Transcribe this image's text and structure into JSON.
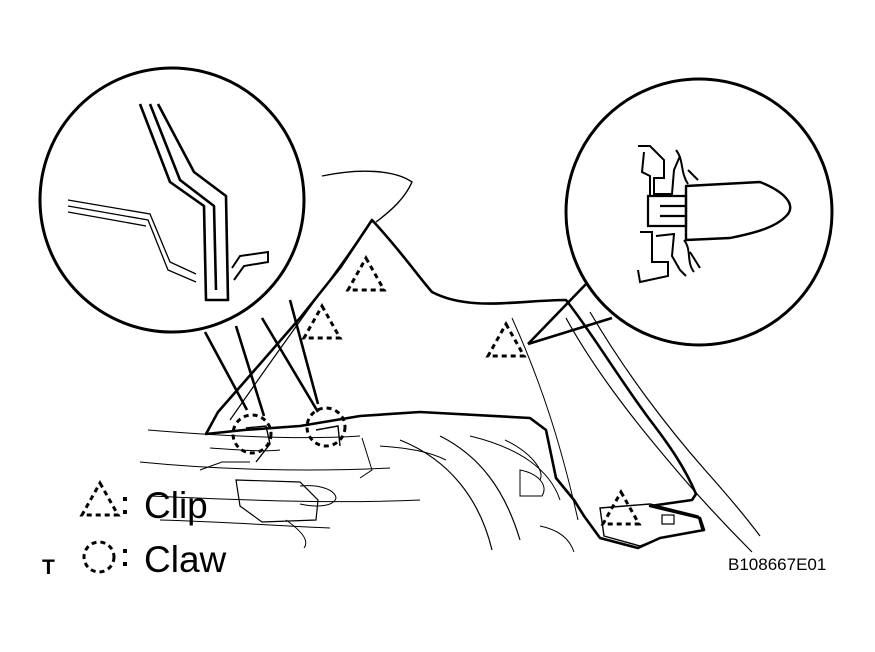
{
  "figure": {
    "id_label": "B108667E01",
    "corner_mark": "T"
  },
  "legend": [
    {
      "symbol": "dashed-triangle",
      "label": "Clip"
    },
    {
      "symbol": "dashed-circle",
      "label": "Claw"
    }
  ],
  "callouts": [
    {
      "name": "claw-detail",
      "depicts": "claw-cross-section"
    },
    {
      "name": "clip-detail",
      "depicts": "clip-cross-section"
    }
  ],
  "markers": {
    "clips": 4,
    "claws": 2
  },
  "colors": {
    "line": "#000000",
    "background": "#ffffff"
  }
}
